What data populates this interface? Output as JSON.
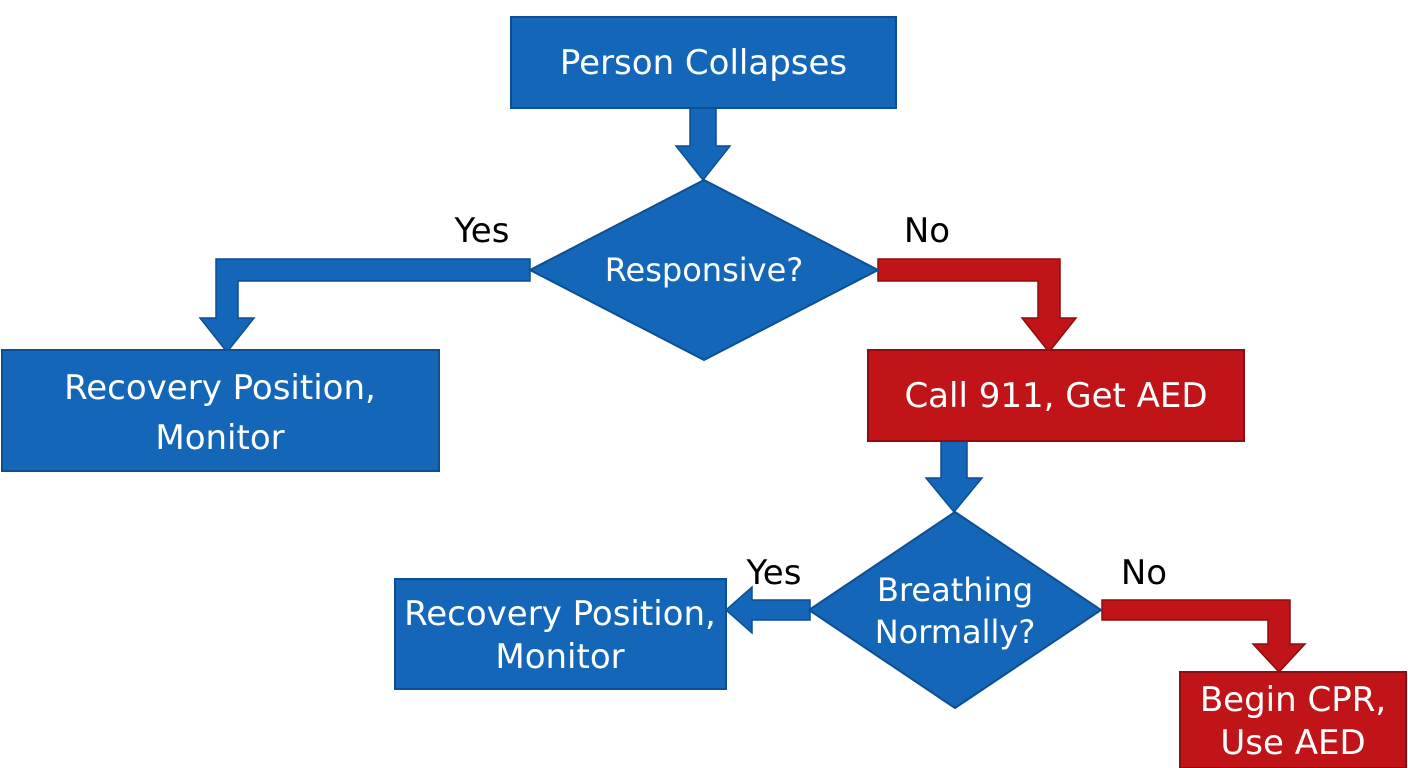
{
  "colors": {
    "blue": "#1467b8",
    "blue_stroke": "#0d4f93",
    "red": "#c01418",
    "red_stroke": "#8e0d10",
    "background": "#ffffff"
  },
  "nodes": {
    "start": {
      "label": "Person Collapses"
    },
    "responsive": {
      "label": "Responsive?"
    },
    "recovery_1": {
      "line1": "Recovery Position,",
      "line2": "Monitor"
    },
    "call": {
      "label": "Call 911, Get AED"
    },
    "breathing": {
      "line1": "Breathing",
      "line2": "Normally?"
    },
    "recovery_2": {
      "line1": "Recovery Position,",
      "line2": "Monitor"
    },
    "cpr": {
      "line1": "Begin CPR,",
      "line2": "Use AED"
    }
  },
  "branches": {
    "responsive_yes": "Yes",
    "responsive_no": "No",
    "breathing_yes": "Yes",
    "breathing_no": "No"
  }
}
